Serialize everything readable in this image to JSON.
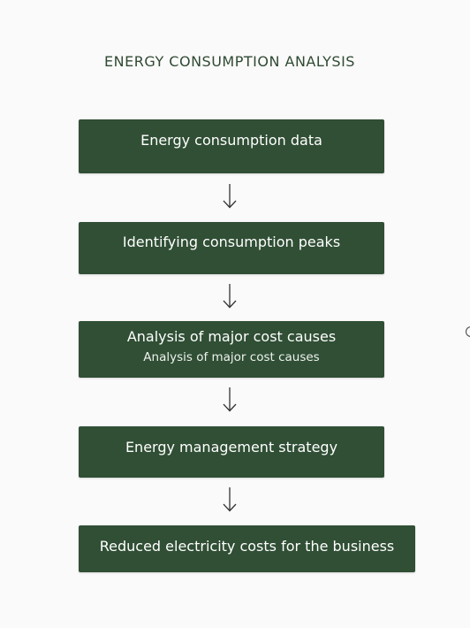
{
  "title": "ENERGY CONSUMPTION ANALYSIS",
  "steps": [
    {
      "label": "Energy consumption data"
    },
    {
      "label": "Identifying consumption peaks"
    },
    {
      "label": "Analysis of major cost causes",
      "sublabel": "Analysis of major cost causes"
    },
    {
      "label": "Energy management strategy"
    },
    {
      "label": "Reduced electricity costs for the business"
    }
  ],
  "colors": {
    "box_fill": "#304f35",
    "box_text": "#ffffff",
    "title_text": "#2f4a33",
    "arrow": "#333333",
    "background": "#fbfafa"
  }
}
